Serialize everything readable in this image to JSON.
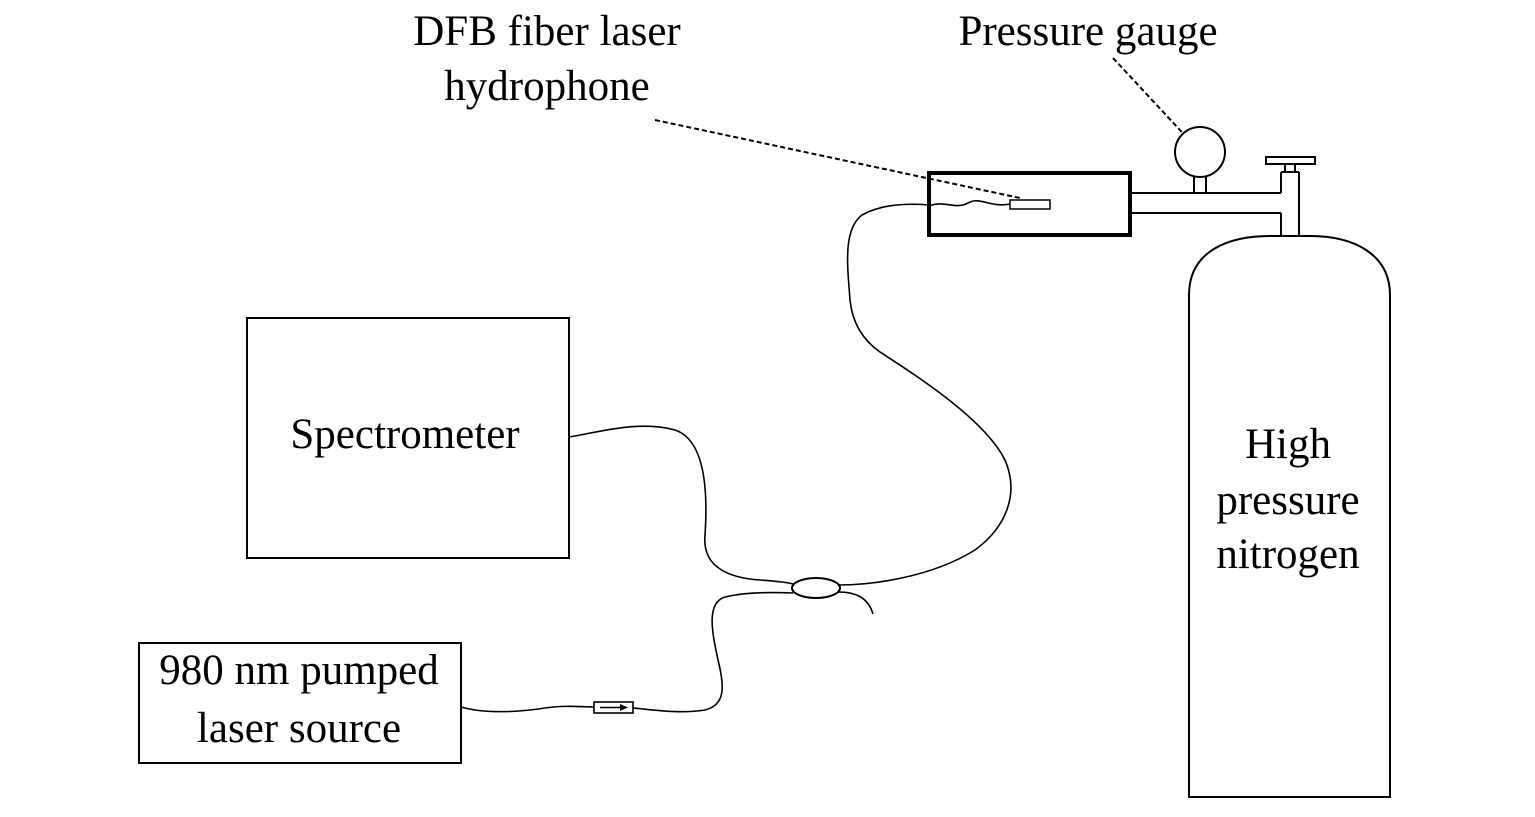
{
  "labels": {
    "dfb_line1": "DFB fiber laser",
    "dfb_line2": "hydrophone",
    "pressure_gauge": "Pressure gauge",
    "spectrometer": "Spectrometer",
    "pump_line1": "980 nm pumped",
    "pump_line2": "laser source",
    "nitrogen_line1": "High",
    "nitrogen_line2": "pressure",
    "nitrogen_line3": "nitrogen"
  },
  "colors": {
    "stroke": "#000000",
    "background": "#ffffff"
  }
}
